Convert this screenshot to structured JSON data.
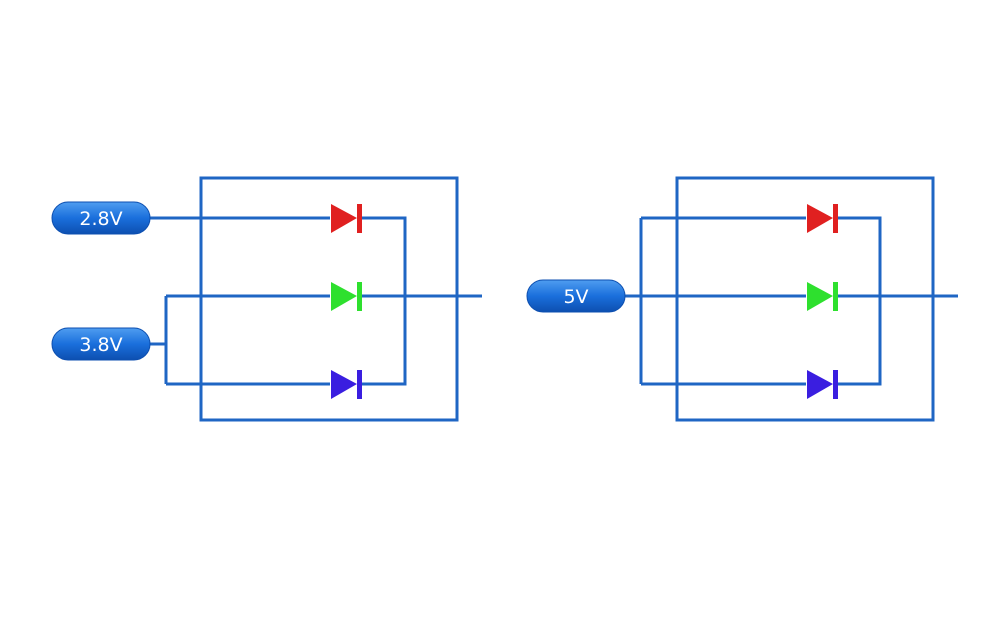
{
  "circuits": [
    {
      "inputs": [
        {
          "label": "2.8V"
        },
        {
          "label": "3.8V"
        }
      ]
    },
    {
      "inputs": [
        {
          "label": "5V"
        }
      ]
    }
  ],
  "colors": {
    "wire": "#1f66c4",
    "label_fill": "#1a6fdc",
    "label_text": "#ffffff",
    "led_red": "#e02020",
    "led_green": "#2ee02e",
    "led_blue": "#3a1ee0"
  },
  "led_icons": [
    "red-led-icon",
    "green-led-icon",
    "blue-led-icon"
  ]
}
